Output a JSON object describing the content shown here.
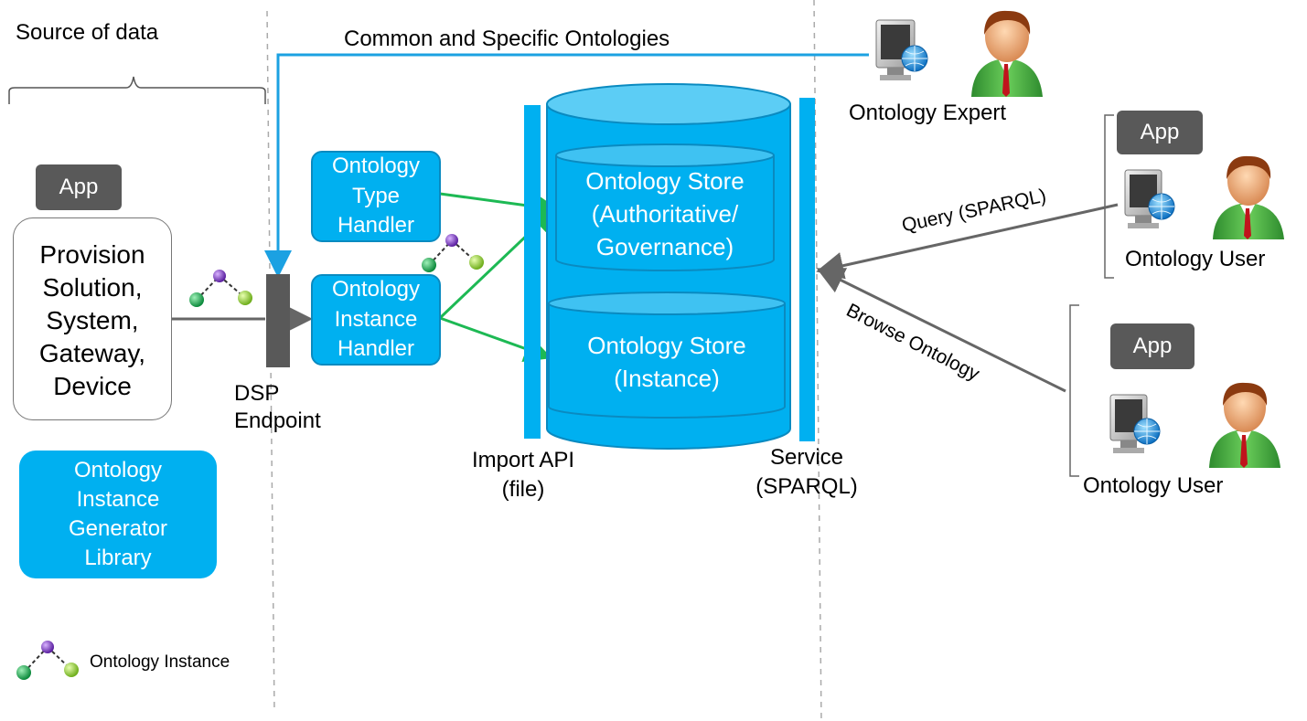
{
  "source_of_data": "Source of data",
  "common_ontologies": "Common and Specific  Ontologies",
  "ontology_expert": "Ontology Expert",
  "app_left": "App",
  "provision": [
    "Provision",
    "Solution,",
    "System,",
    "Gateway,",
    "Device"
  ],
  "generator": [
    "Ontology",
    "Instance",
    "Generator",
    "Library"
  ],
  "dsp": [
    "DSP",
    "Endpoint"
  ],
  "type_handler": [
    "Ontology",
    "Type",
    "Handler"
  ],
  "instance_handler": [
    "Ontology",
    "Instance",
    "Handler"
  ],
  "store_auth": [
    "Ontology Store",
    "(Authoritative/",
    "Governance)"
  ],
  "store_instance": [
    "Ontology Store",
    "(Instance)"
  ],
  "import_api": [
    "Import API",
    "(file)"
  ],
  "service": [
    "Service",
    "(SPARQL)"
  ],
  "query": "Query (SPARQL)",
  "browse": "Browse Ontology",
  "user1": {
    "app": "App",
    "label": "Ontology User"
  },
  "user2": {
    "app": "App",
    "label": "Ontology User"
  },
  "legend": "Ontology Instance",
  "colors": {
    "accent": "#00b0f0",
    "dark": "#595959",
    "arrow_green": "#1db954",
    "arrow_grey": "#666666"
  }
}
